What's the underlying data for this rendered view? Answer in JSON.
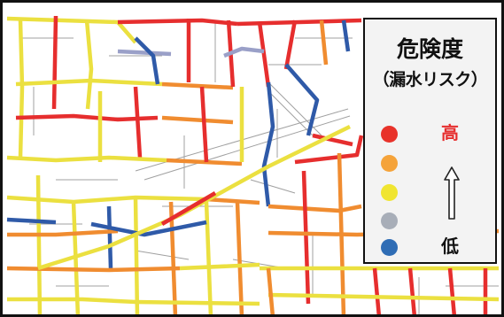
{
  "map": {
    "road_colors": {
      "very_high": "#e62e2e",
      "high": "#f08c30",
      "medium": "#ebe040",
      "low": "#9aa0c8",
      "very_low": "#2f5aa8"
    },
    "base_line_color": "#a0a0a0"
  },
  "legend": {
    "title": "危険度",
    "subtitle": "（漏水リスク）",
    "high_label": "高",
    "low_label": "低",
    "high_label_color": "#e62e2e",
    "low_label_color": "#111111",
    "arrow_icon": "up-arrow-icon",
    "levels": [
      {
        "name": "very-high",
        "color": "#e8322a"
      },
      {
        "name": "high",
        "color": "#f5a33a"
      },
      {
        "name": "medium",
        "color": "#f0e530"
      },
      {
        "name": "low",
        "color": "#a8aeb8"
      },
      {
        "name": "very-low",
        "color": "#2f6db5"
      }
    ]
  }
}
